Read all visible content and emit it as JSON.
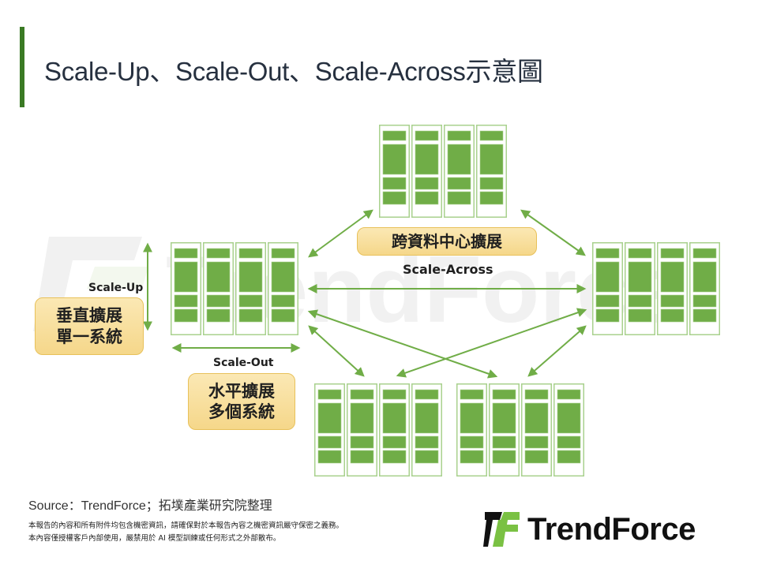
{
  "title": "Scale-Up、Scale-Out、Scale-Across示意圖",
  "colors": {
    "accent_bar": "#3a7a24",
    "rack_border": "#a9d18e",
    "rack_fill": "#70ad47",
    "label_box_fill": "#f8dc97",
    "label_box_border": "#e8c15a",
    "arrow": "#70ad47",
    "logo_green": "#7ac143"
  },
  "diagram": {
    "labels": {
      "scale_up": "Scale-Up",
      "scale_out": "Scale-Out",
      "scale_across": "Scale-Across"
    },
    "boxes": {
      "vertical": {
        "line1": "垂直擴展",
        "line2": "單一系統"
      },
      "horizontal": {
        "line1": "水平擴展",
        "line2": "多個系統"
      },
      "cross_dc": {
        "line1": "跨資料中心擴展"
      }
    },
    "rack_groups": [
      {
        "name": "top-group",
        "racks": 4
      },
      {
        "name": "left-group",
        "racks": 4
      },
      {
        "name": "right-group",
        "racks": 4
      },
      {
        "name": "bottom-left-group",
        "racks": 4
      },
      {
        "name": "bottom-right-group",
        "racks": 4
      }
    ]
  },
  "footer": {
    "source": "Source：TrendForce；拓墣產業研究院整理",
    "disclaimer_line1": "本報告的內容和所有附件均包含機密資訊，請確保對於本報告內容之機密資訊嚴守保密之義務。",
    "disclaimer_line2": "本內容僅授權客戶內部使用，嚴禁用於 AI 模型訓練或任何形式之外部散布。"
  },
  "logo": {
    "text": "TrendForce",
    "watermark_text": "TrendForce"
  }
}
